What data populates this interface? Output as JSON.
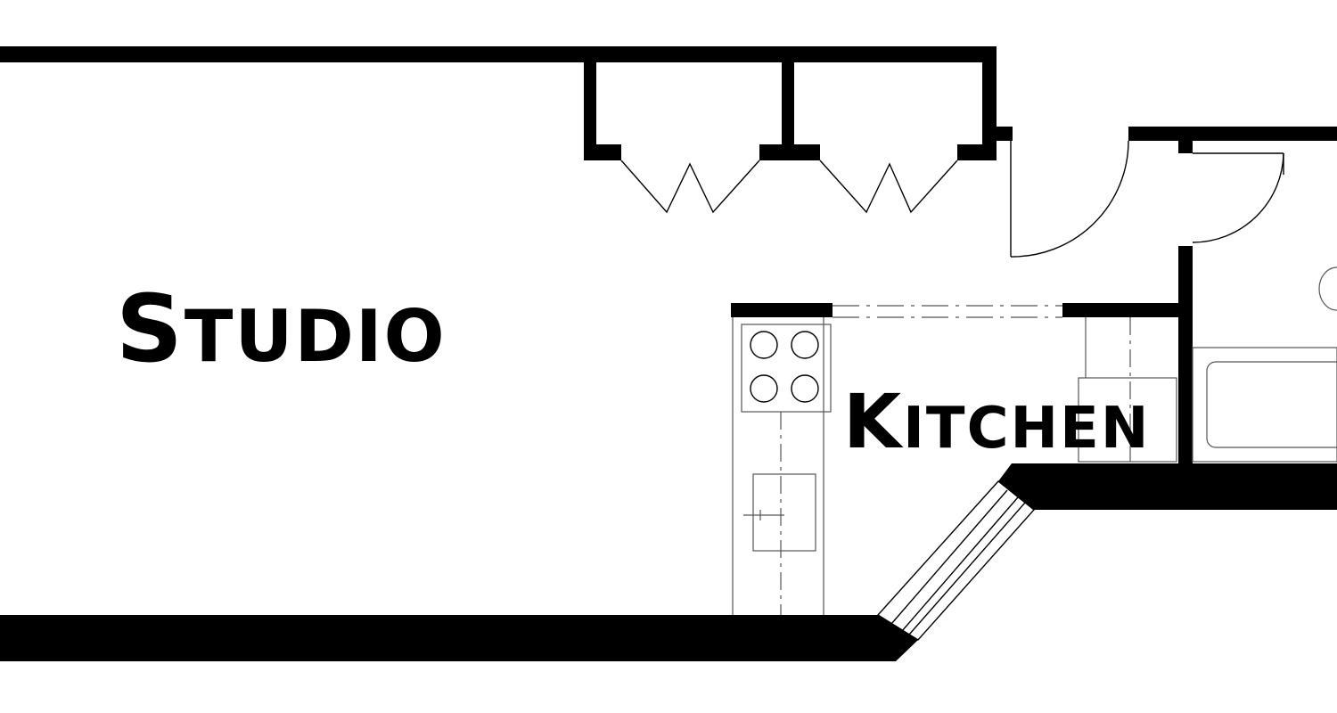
{
  "rooms": {
    "studio": {
      "first": "S",
      "rest": "TUDIO"
    },
    "kitchen": {
      "first": "K",
      "rest": "ITCHEN"
    }
  },
  "colors": {
    "wall": "#000000",
    "fixture_line": "#555555",
    "background": "#ffffff"
  }
}
